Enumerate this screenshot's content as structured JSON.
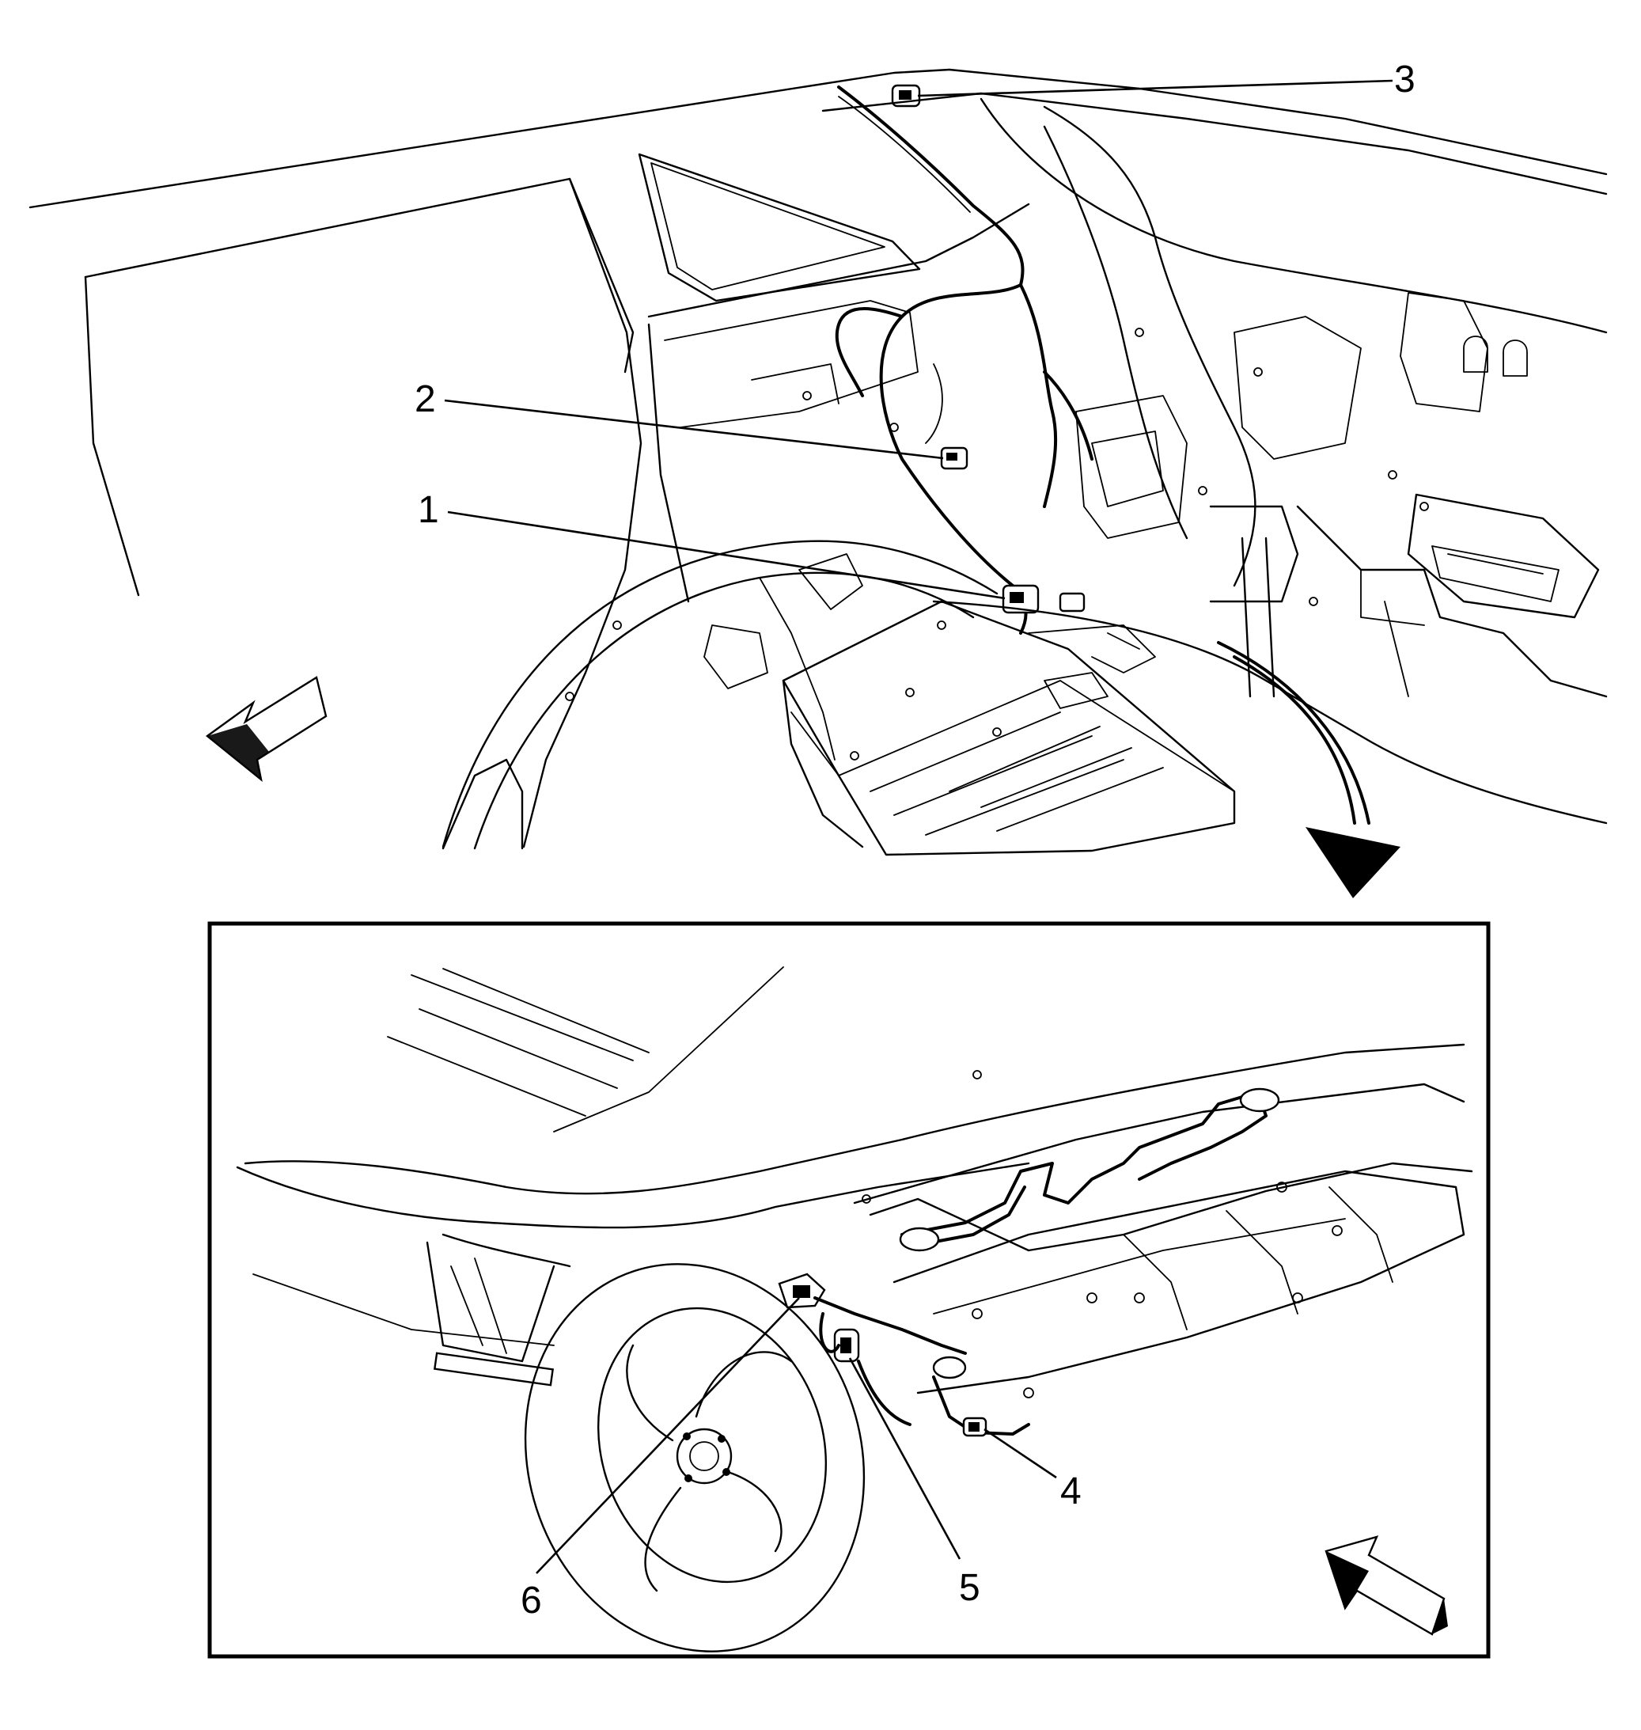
{
  "callouts": [
    {
      "id": "1",
      "label": "1"
    },
    {
      "id": "2",
      "label": "2"
    },
    {
      "id": "3",
      "label": "3"
    },
    {
      "id": "4",
      "label": "4"
    },
    {
      "id": "5",
      "label": "5"
    },
    {
      "id": "6",
      "label": "6"
    }
  ],
  "colors": {
    "line": "#000000",
    "background": "#ffffff"
  },
  "icons": {
    "view_arrow_upper": "view-direction-arrow-icon",
    "view_arrow_lower": "view-direction-arrow-icon",
    "detail_arrow": "curved-arrow-icon"
  }
}
